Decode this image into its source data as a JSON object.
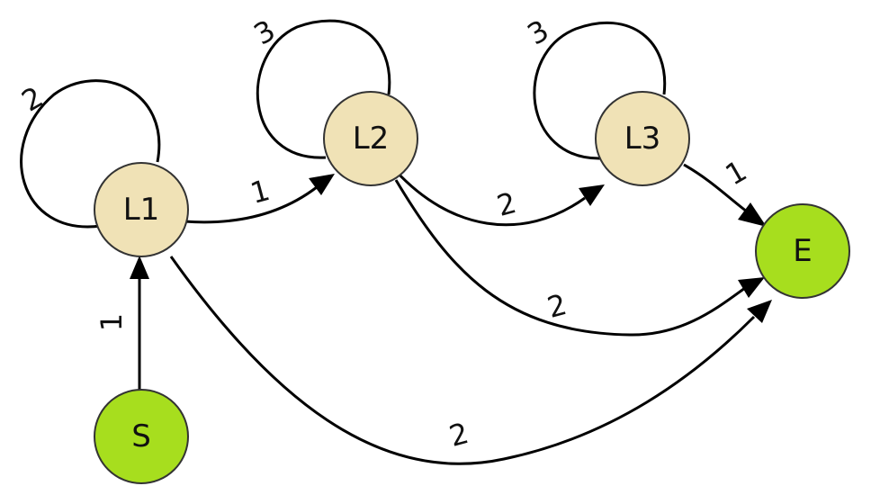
{
  "colors": {
    "loop_node_fill": "#F0E2B6",
    "terminal_node_fill": "#A7DE1E",
    "edge_color": "#000000"
  },
  "nodes": {
    "s": {
      "label": "S"
    },
    "l1": {
      "label": "L1"
    },
    "l2": {
      "label": "L2"
    },
    "l3": {
      "label": "L3"
    },
    "e": {
      "label": "E"
    }
  },
  "edges": {
    "s_l1": {
      "from": "S",
      "to": "L1",
      "label": "1"
    },
    "l1_l1": {
      "from": "L1",
      "to": "L1",
      "label": "2"
    },
    "l1_l2": {
      "from": "L1",
      "to": "L2",
      "label": "1"
    },
    "l1_e": {
      "from": "L1",
      "to": "E",
      "label": "2"
    },
    "l2_l2": {
      "from": "L2",
      "to": "L2",
      "label": "3"
    },
    "l2_l3": {
      "from": "L2",
      "to": "L3",
      "label": "2"
    },
    "l2_e": {
      "from": "L2",
      "to": "E",
      "label": "2"
    },
    "l3_l3": {
      "from": "L3",
      "to": "L3",
      "label": "3"
    },
    "l3_e": {
      "from": "L3",
      "to": "E",
      "label": "1"
    }
  }
}
